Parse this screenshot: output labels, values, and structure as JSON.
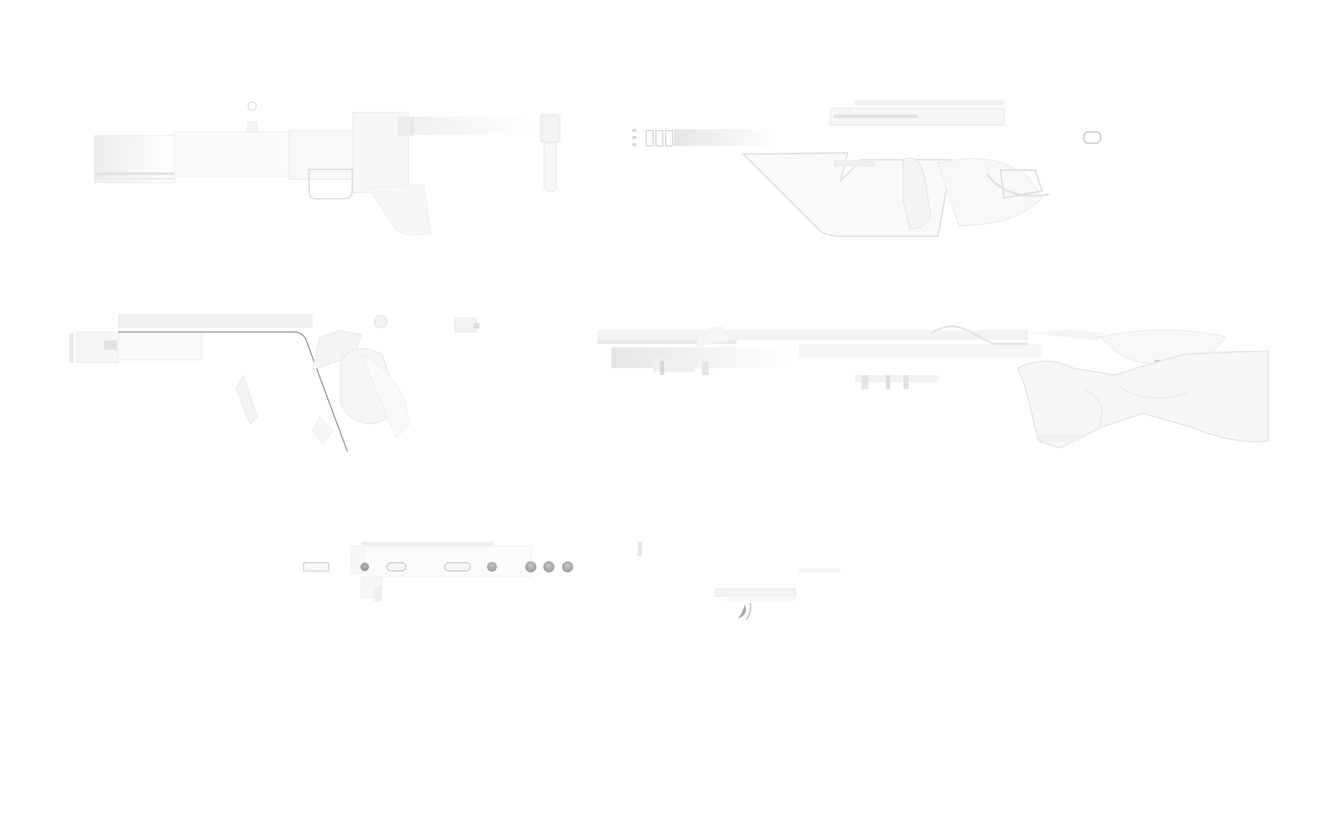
{
  "scene": {
    "description_visible_text": "",
    "background_color": "#ffffff",
    "object_fill_color": "#f7f7f7",
    "object_edge_color": "#e2e2e2",
    "shadow_color": "#cfcfcf",
    "dark_detail_color": "#6e6e6e",
    "items": [
      {
        "id": "pistol-top-left",
        "icon": "pistol-icon"
      },
      {
        "id": "rifle-top-right",
        "icon": "rifle-icon"
      },
      {
        "id": "smg-middle-left",
        "icon": "smg-icon"
      },
      {
        "id": "sniper-middle-right",
        "icon": "sniper-rifle-icon"
      },
      {
        "id": "rifle-bottom",
        "icon": "assault-rifle-icon"
      }
    ]
  }
}
